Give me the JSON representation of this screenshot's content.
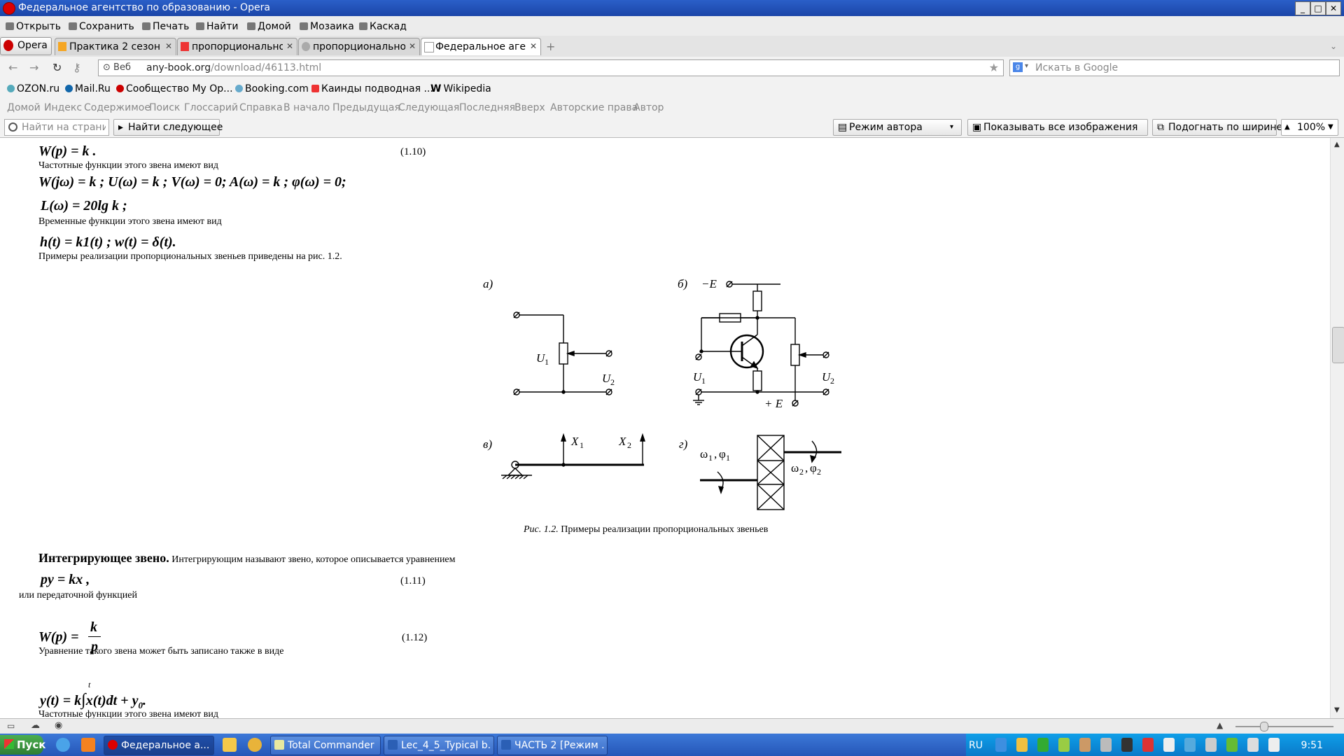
{
  "window": {
    "title": "Федеральное агентство по образованию - Opera"
  },
  "menu": {
    "items": [
      "Открыть",
      "Сохранить",
      "Печать",
      "Найти",
      "Домой",
      "Мозаика",
      "Каскад"
    ]
  },
  "tabs": {
    "opera_label": "Opera",
    "items": [
      {
        "label": "Практика 2 сезон ..."
      },
      {
        "label": "пропорционально..."
      },
      {
        "label": "пропорционально..."
      },
      {
        "label": "Федеральное аген..."
      }
    ]
  },
  "address": {
    "web_label": "Веб",
    "url_host": "any-book.org",
    "url_path": "/download/46113.html",
    "search_placeholder": "Искать в Google"
  },
  "bookmarks": [
    "OZON.ru",
    "Mail.Ru",
    "Сообщество My Op...",
    "Booking.com",
    "Каинды подводная ...",
    "Wikipedia"
  ],
  "navlinks": [
    "Домой",
    "Индекс",
    "Содержимое",
    "Поиск",
    "Глоссарий",
    "Справка",
    "В начало",
    "Предыдущая",
    "Следующая",
    "Последняя",
    "Вверх",
    "Авторские права",
    "Автор"
  ],
  "findbar": {
    "placeholder": "Найти на странице",
    "find_next": "Найти следующее",
    "author_mode": "Режим автора",
    "show_images": "Показывать все изображения",
    "fit_width": "Подогнать по ширине",
    "zoom": "100%"
  },
  "doc": {
    "f1": "W(p) = k .",
    "eq1": "(1.10)",
    "t1": "Частотные функции этого звена имеют вид",
    "f2": "W(jω) = k ; U(ω) = k ; V(ω) = 0; A(ω) = k ; φ(ω) = 0;",
    "f3": "L(ω) = 20lg k ;",
    "t2": "Временные функции этого звена имеют вид",
    "f4": "h(t) = k1(t) ; w(t) = δ(t).",
    "t3": "Примеры реализации пропорциональных звеньев приведены на рис. 1.2.",
    "fig": {
      "a": "а)",
      "b": "б)",
      "v": "в)",
      "g": "г)",
      "minus_e": "−E",
      "plus_e": "+ E",
      "u1": "U",
      "u2": "U",
      "u1sub": "1",
      "u2sub": "2",
      "x1": "X",
      "x2": "X",
      "x1sub": "1",
      "x2sub": "2",
      "w1": "ω",
      "phi1": "φ",
      "w2": "ω",
      "phi2": "φ"
    },
    "caption_italic": "Рис. 1.2.",
    "caption": " Примеры реализации пропорциональных звеньев",
    "head": "Интегрирующее звено.",
    "head_text": " Интегрирующим называют звено, которое описывается уравнением",
    "f5": "py = kx ,",
    "eq2": "(1.11)",
    "t4": "или передаточной функцией",
    "f6_left": "W(p) =",
    "f6_num": "k",
    "f6_den": "p",
    "eq3": "(1.12)",
    "t5": "Уравнение такого звена может быть записано также в виде",
    "f7_left": "y(t) = k",
    "f7_sup": "t",
    "f7_right": "x(t)dt + y",
    "f7_sub": "0",
    "t6": "Частотные функции этого звена имеют вид"
  },
  "taskbar": {
    "start": "Пуск",
    "tasks": [
      "Федеральное а...",
      "Total Commander ...",
      "Lec_4_5_Typical b...",
      "ЧАСТЬ 2 [Режим ..."
    ],
    "lang": "RU",
    "time": "9:51"
  }
}
